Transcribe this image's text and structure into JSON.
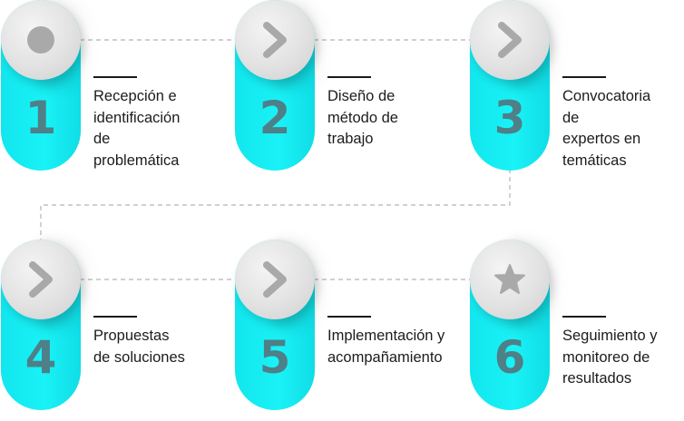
{
  "steps": [
    {
      "number": "1",
      "icon": "dot-icon",
      "label_lines": [
        "Recepción e",
        "identificación",
        "de",
        "problemática"
      ]
    },
    {
      "number": "2",
      "icon": "chevron-right-icon",
      "label_lines": [
        "Diseño de",
        "método de",
        "trabajo"
      ]
    },
    {
      "number": "3",
      "icon": "chevron-right-icon",
      "label_lines": [
        "Convocatoria",
        "de",
        "expertos en",
        "temáticas"
      ]
    },
    {
      "number": "4",
      "icon": "chevron-right-icon",
      "label_lines": [
        "Propuestas",
        "de soluciones"
      ]
    },
    {
      "number": "5",
      "icon": "chevron-right-icon",
      "label_lines": [
        "Implementación y",
        "acompañamiento"
      ]
    },
    {
      "number": "6",
      "icon": "star-icon",
      "label_lines": [
        "Seguimiento y",
        "monitoreo de",
        "resultados"
      ]
    }
  ],
  "colors": {
    "pill": "#19f2f6",
    "number": "#4f7f87",
    "icon": "#a9a9a9",
    "connector": "#b5b5b5",
    "text": "#1c1c1c"
  }
}
